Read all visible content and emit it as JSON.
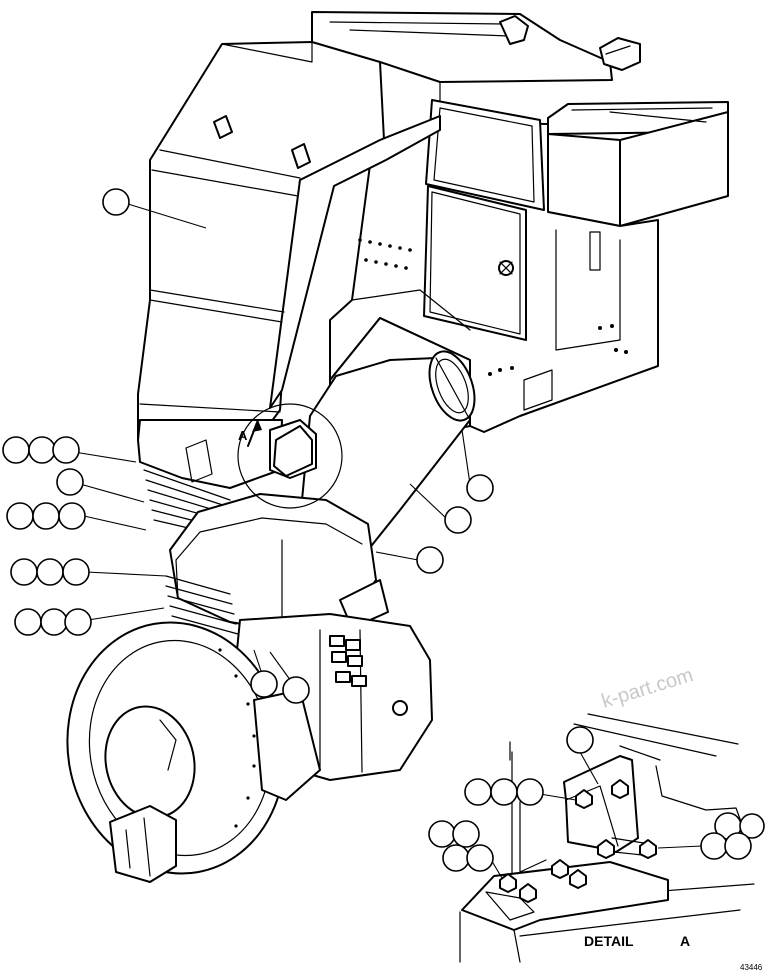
{
  "detail": {
    "title": "DETAIL",
    "letter": "A"
  },
  "view_marker": "A",
  "drawing_number": "43446",
  "watermark": "k-part.com",
  "callout_count": 30
}
